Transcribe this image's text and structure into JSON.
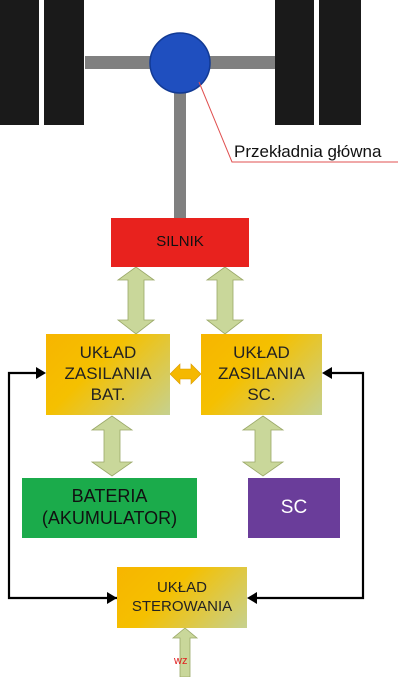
{
  "colors": {
    "wheel": "#1a1a1a",
    "axle": "#808080",
    "hub": "#1f4fbf",
    "engine": "#e8221e",
    "battery": "#1bab4b",
    "sc": "#6a3d9a",
    "arrow_fill": "#c9d79a",
    "arrow_small": "#f5b800",
    "callout_line": "#e05050",
    "wz_text": "#e02020"
  },
  "drivetrain": {
    "gearbox_label": "Przekładnia główna"
  },
  "boxes": {
    "engine": "SILNIK",
    "bat_supply": [
      "UKŁAD",
      "ZASILANIA",
      "BAT."
    ],
    "sc_supply": [
      "UKŁAD",
      "ZASILANIA",
      "SC."
    ],
    "battery": [
      "BATERIA",
      "(AKUMULATOR)"
    ],
    "sc": "SC",
    "control": [
      "UKŁAD",
      "STEROWANIA"
    ]
  },
  "input": {
    "label": "wz"
  }
}
